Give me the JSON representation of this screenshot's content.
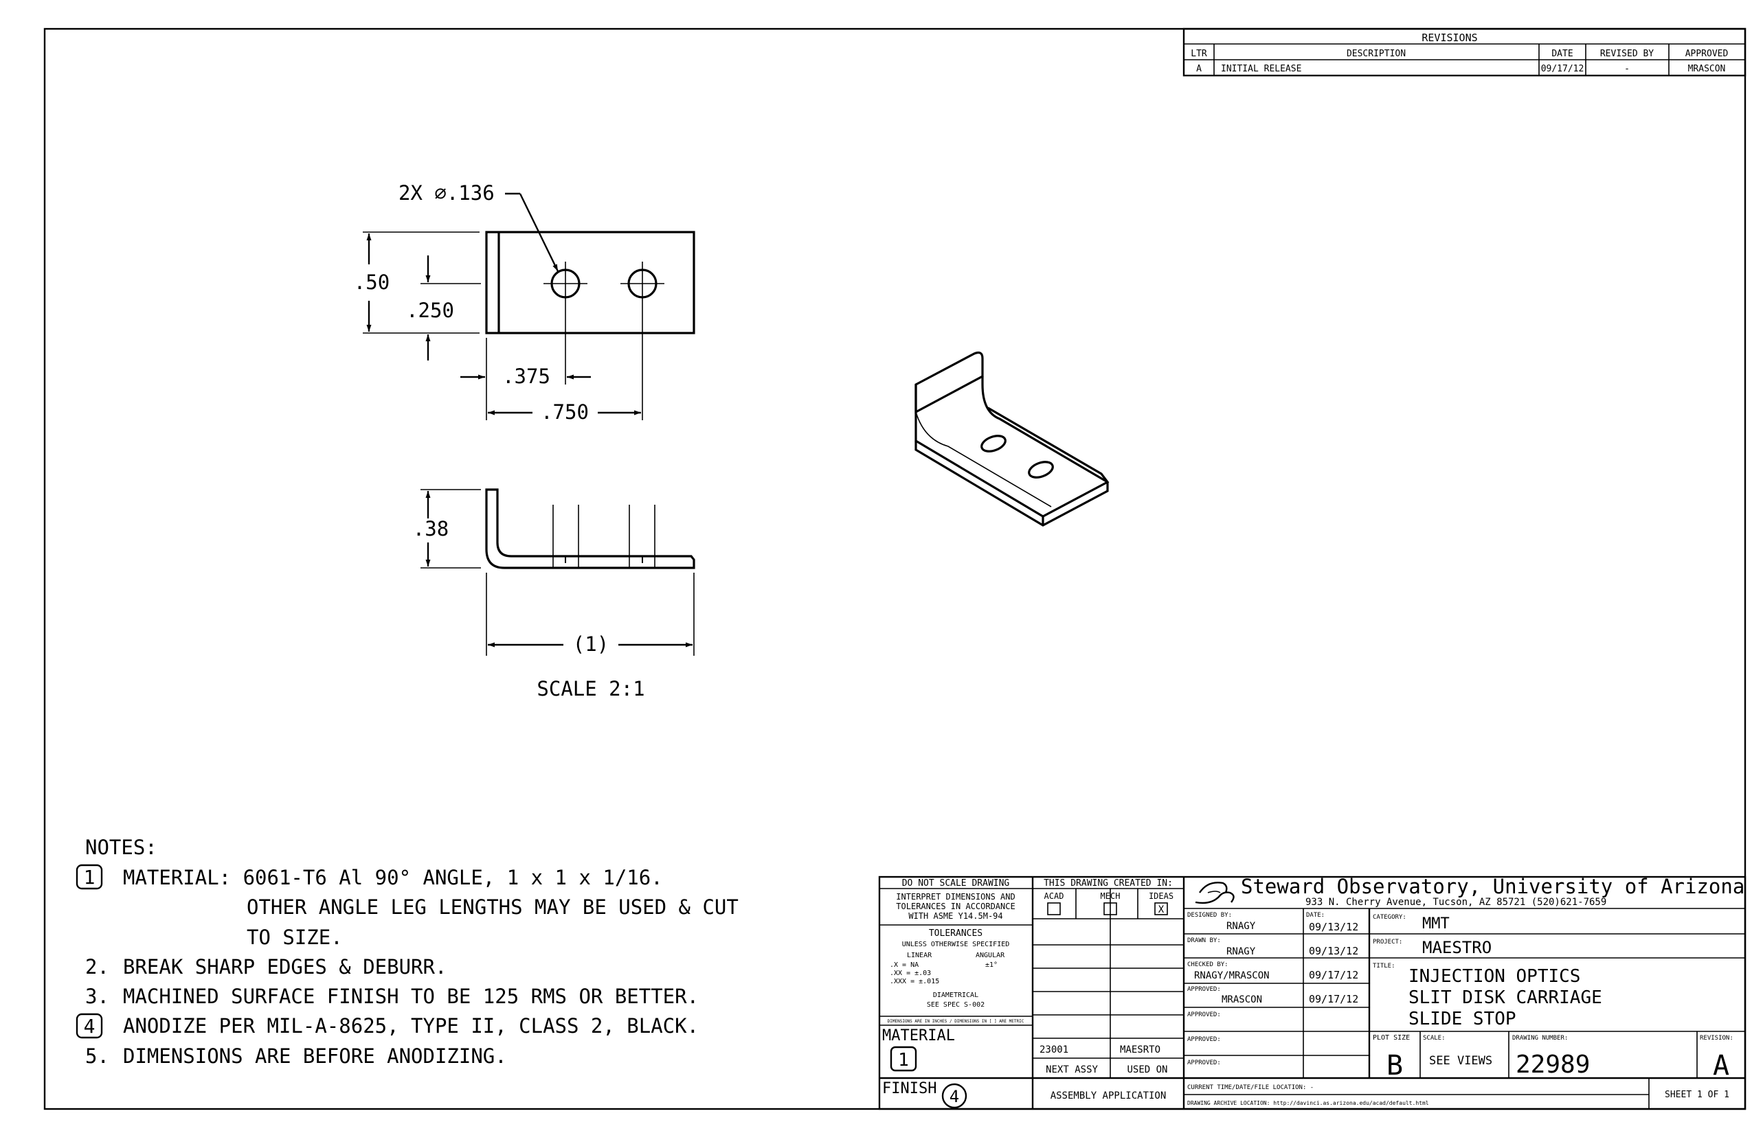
{
  "revisions": {
    "title": "REVISIONS",
    "headers": {
      "ltr": "LTR",
      "description": "DESCRIPTION",
      "date": "DATE",
      "revised_by": "REVISED BY",
      "approved": "APPROVED"
    },
    "rows": [
      {
        "ltr": "A",
        "description": "INITIAL RELEASE",
        "date": "09/17/12",
        "revised_by": "-",
        "approved": "MRASCON"
      }
    ]
  },
  "views": {
    "hole_callout": "2X ⌀.136",
    "dim_height": ".50",
    "dim_hole_y": ".250",
    "dim_hole_x": ".375",
    "dim_length": ".750",
    "dim_flange": ".38",
    "dim_ref": "(1)",
    "scale_label": "SCALE 2:1"
  },
  "notes": {
    "title": "NOTES:",
    "items": [
      {
        "num": "1",
        "flag": true,
        "lines": [
          "MATERIAL: 6061-T6 Al 90° ANGLE, 1 x 1 x 1/16.",
          "OTHER ANGLE LEG LENGTHS MAY BE USED & CUT",
          "TO SIZE."
        ]
      },
      {
        "num": "2.",
        "flag": false,
        "lines": [
          "BREAK SHARP EDGES & DEBURR."
        ]
      },
      {
        "num": "3.",
        "flag": false,
        "lines": [
          "MACHINED SURFACE FINISH TO BE 125 RMS OR BETTER."
        ]
      },
      {
        "num": "4",
        "flag": true,
        "lines": [
          "ANODIZE PER MIL-A-8625, TYPE II, CLASS 2, BLACK."
        ]
      },
      {
        "num": "5.",
        "flag": false,
        "lines": [
          "DIMENSIONS ARE BEFORE ANODIZING."
        ]
      }
    ]
  },
  "title_block": {
    "do_not_scale": "DO NOT SCALE DRAWING",
    "interpret": [
      "INTERPRET DIMENSIONS AND",
      "TOLERANCES IN ACCORDANCE",
      "WITH ASME Y14.5M-94"
    ],
    "tolerances_title": "TOLERANCES",
    "tolerances_sub": "UNLESS OTHERWISE SPECIFIED",
    "linear_label": "LINEAR",
    "angular_label": "ANGULAR",
    "tol_x": ".X   = NA",
    "tol_xx": ".XX  = ±.03",
    "tol_xxx": ".XXX = ±.015",
    "tol_ang": "±1°",
    "diametrical": "DIAMETRICAL",
    "see_spec": "SEE SPEC S-002",
    "units_note": "DIMENSIONS ARE IN INCHES / DIMENSIONS IN [ ] ARE METRIC",
    "material_label": "MATERIAL",
    "material_flag": "1",
    "finish_label": "FINISH",
    "finish_flag": "4",
    "created_in": "THIS DRAWING CREATED IN:",
    "cad": [
      "ACAD",
      "MECH",
      "IDEAS"
    ],
    "cad_checked": "X",
    "next_assy_value": "23001",
    "used_on_value": "MAESRTO",
    "next_assy": "NEXT ASSY",
    "used_on": "USED ON",
    "assembly_application": "ASSEMBLY APPLICATION",
    "org": "Steward Observatory, University of Arizona",
    "address": "933 N. Cherry Avenue, Tucson, AZ  85721   (520)621-7659",
    "designed_by_label": "DESIGNED BY:",
    "designed_by": "RNAGY",
    "date_label": "DATE:",
    "designed_date": "09/13/12",
    "drawn_by_label": "DRAWN BY:",
    "drawn_by": "RNAGY",
    "drawn_date": "09/13/12",
    "checked_by_label": "CHECKED BY:",
    "checked_by": "RNAGY/MRASCON",
    "checked_date": "09/17/12",
    "approved_label": "APPROVED:",
    "approved_by": "MRASCON",
    "approved_date": "09/17/12",
    "category_label": "CATEGORY:",
    "category": "MMT",
    "project_label": "PROJECT:",
    "project": "MAESTRO",
    "title_label": "TITLE:",
    "title_lines": [
      "INJECTION OPTICS",
      "SLIT DISK CARRIAGE",
      "SLIDE STOP"
    ],
    "plot_size_label": "PLOT SIZE",
    "plot_size": "B",
    "scale_label": "SCALE:",
    "scale": "SEE VIEWS",
    "drawing_number_label": "DRAWING NUMBER:",
    "drawing_number": "22989",
    "revision_label": "REVISION:",
    "revision": "A",
    "current_time_label": "CURRENT TIME/DATE/FILE LOCATION: -",
    "archive_label": "DRAWING ARCHIVE LOCATION: http://davinci.as.arizona.edu/acad/default.html",
    "sheet": "SHEET 1 OF 1"
  }
}
